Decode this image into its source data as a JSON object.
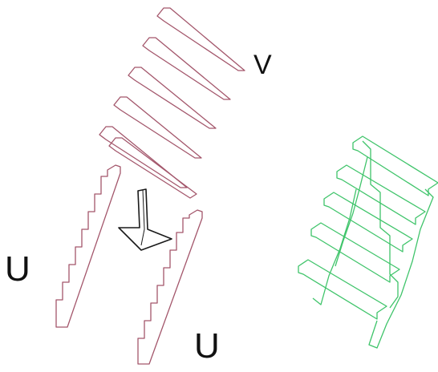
{
  "labels": {
    "top_part": "V",
    "left_part": "U",
    "bottom_part": "U"
  },
  "colors": {
    "exploded_parts": "#a3566b",
    "assembled": "#3fc46a",
    "arrow": "#1a1a1a",
    "text": "#111111"
  }
}
